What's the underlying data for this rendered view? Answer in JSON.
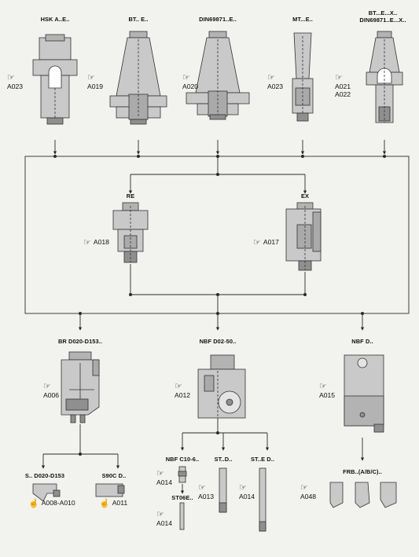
{
  "holders": [
    {
      "title": "HSK A..E..",
      "ref": "A023"
    },
    {
      "title": "BT.. E..",
      "ref": "A019"
    },
    {
      "title": "DIN69871..E..",
      "ref": "A020"
    },
    {
      "title": "MT...E..",
      "ref": "A023"
    },
    {
      "title_1": "BT...E...X..",
      "title_2": "DIN69871..E...X..",
      "ref_1": "A021",
      "ref_2": "A022"
    }
  ],
  "extensions": {
    "re": {
      "title": "RE",
      "ref": "A018"
    },
    "ex": {
      "title": "EX",
      "ref": "A017"
    }
  },
  "heads": {
    "br": {
      "title": "BR D020-D153..",
      "ref": "A006"
    },
    "nbf": {
      "title": "NBF D02-50..",
      "ref": "A012"
    },
    "nbf_d": {
      "title": "NBF D..",
      "ref": "A015"
    }
  },
  "tools": {
    "s_d020": {
      "title": "S.. D020-D153",
      "ref": "A008-A010"
    },
    "s90c": {
      "title": "S90C D..",
      "ref": "A011"
    },
    "nbf_c10": {
      "title": "NBF C10-6..",
      "ref": "A014"
    },
    "st06e": {
      "title": "ST06E..",
      "ref": "A014"
    },
    "st_d": {
      "title": "ST..D..",
      "ref": "A013"
    },
    "st_e_d": {
      "title": "ST..E D..",
      "ref": "A014"
    },
    "frb": {
      "title": "FRB..(A/B/C)..",
      "ref": "A048"
    }
  },
  "icons": {
    "pointer": "pointing-hand-icon"
  },
  "colors": {
    "background": "#f2f2ef",
    "tool_fill": "#c9c9c9",
    "tool_dark": "#8f8f8f",
    "line": "#2a2a2a"
  }
}
